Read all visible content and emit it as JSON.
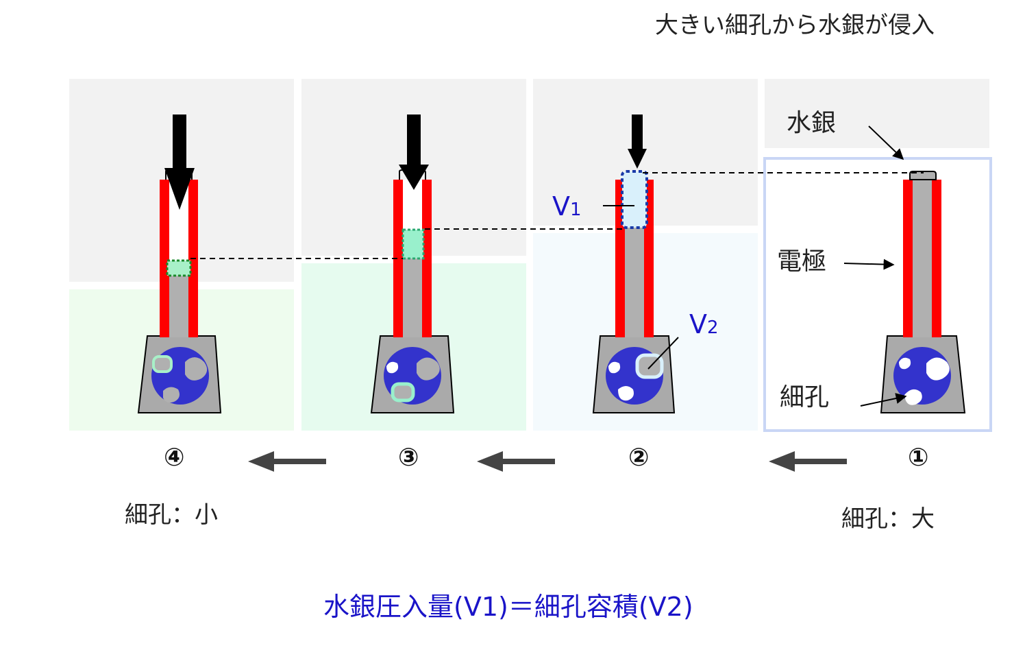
{
  "header": {
    "title": "大きい細孔から水銀が侵入"
  },
  "labels": {
    "mercury": "水銀",
    "electrode": "電極",
    "pore": "細孔",
    "v1": "V",
    "v1_sub": "1",
    "v2": "V",
    "v2_sub": "2"
  },
  "steps": [
    "①",
    "②",
    "③",
    "④"
  ],
  "captions": {
    "large": "細孔：大",
    "small": "細孔：小"
  },
  "formula": "水銀圧入量(V1)＝細孔容積(V2)",
  "colors": {
    "electrode": "#ff0000",
    "mercury": "#b0b0b0",
    "sample": "#3333cc",
    "v_blue": "#1a14c8",
    "panel_gray": "#f2f2f2",
    "panel1_border": "#c9d6f5",
    "panel2_bg": "#f4fafd",
    "panel3_bg": "#e6fbef",
    "panel4_bg": "#eefcee",
    "pore_fill_green": "#a8f0c8",
    "pore_fill_blue": "#d9f0fb",
    "pore_fill_mint": "#99f0cc"
  }
}
